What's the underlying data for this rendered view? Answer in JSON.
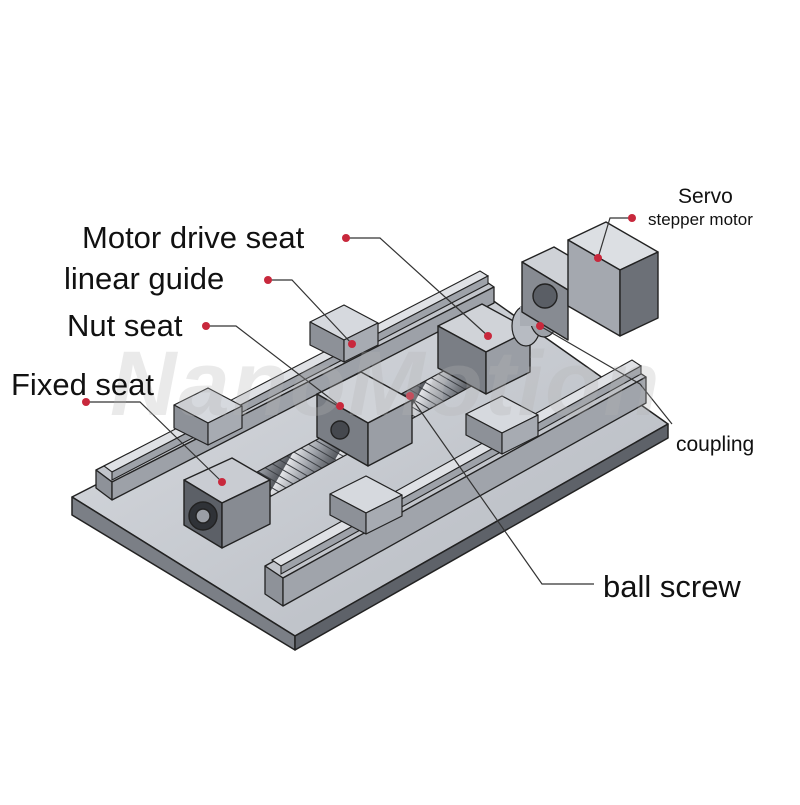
{
  "labels": {
    "servo": "Servo",
    "stepper_motor": "stepper motor",
    "motor_drive_seat": "Motor drive seat",
    "linear_guide": "linear guide",
    "nut_seat": "Nut seat",
    "fixed_seat": "Fixed seat",
    "coupling": "coupling",
    "ball_screw": "ball screw"
  },
  "watermark": "NanoMotion",
  "colors": {
    "marker": "#c8283c",
    "leader": "#333333",
    "metal_light": "#cfd2d8",
    "metal_mid": "#a9adb5",
    "metal_dark": "#6f737b",
    "outline": "#222222"
  }
}
